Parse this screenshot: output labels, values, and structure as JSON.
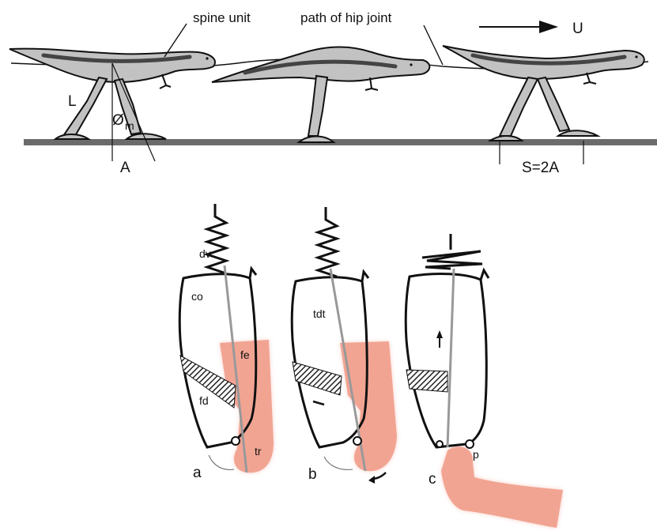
{
  "figure": {
    "top_panel": {
      "labels": {
        "spine_unit": "spine unit",
        "path_of_hip_joint": "path of hip joint",
        "velocity": "U",
        "leg_length": "L",
        "angle": "Ø",
        "angle_subscript": "m",
        "amplitude": "A",
        "stride": "S=2A"
      }
    },
    "bottom_panel": {
      "labels": {
        "dv": "dv",
        "co": "co",
        "tdt": "tdt",
        "fe": "fe",
        "fd": "fd",
        "tr": "tr",
        "p": "p",
        "a": "a",
        "b": "b",
        "c": "c"
      }
    },
    "colors": {
      "ground": "#6b6b6b",
      "body_fill": "#c2c2c2",
      "outline": "#111111",
      "pink": "#f2a493",
      "hatch": "#222222"
    }
  }
}
